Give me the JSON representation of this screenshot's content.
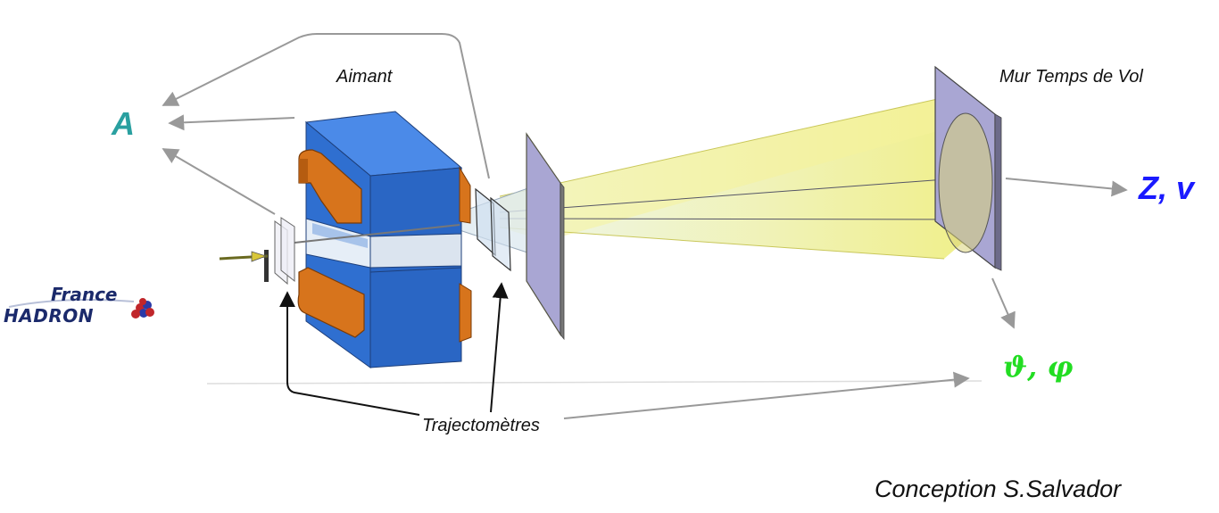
{
  "labels": {
    "magnet": "Aimant",
    "tof_wall": "Mur Temps de Vol",
    "trajectometers": "Trajectomètres",
    "credit": "Conception S.Salvador"
  },
  "quantities": {
    "mass": "A",
    "charge_velocity": "Z, v",
    "angles": "ϑ, φ"
  },
  "logo": {
    "line1": "France",
    "line2": "HADRON"
  },
  "colors": {
    "magnet_body": "#2f6fd0",
    "coils": "#d7741c",
    "beam_cone": "#f2f07a",
    "tof_wall": "#a9a6d3",
    "arrows_gray": "#999999",
    "mass_label": "#2aa0a0",
    "charge_label": "#1a1aff",
    "angle_label": "#22dd22"
  }
}
